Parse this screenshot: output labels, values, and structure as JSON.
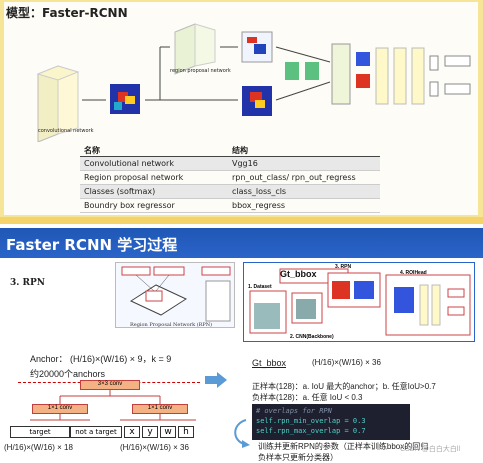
{
  "top": {
    "title": "模型：Faster-RCNN",
    "diagram": {
      "label_rpn": "region proposal network",
      "label_conv": "convolutional network"
    },
    "table": {
      "headers": [
        "名称",
        "结构"
      ],
      "rows": [
        [
          "Convolutional network",
          "Vgg16"
        ],
        [
          "Region proposal network",
          "rpn_out_class/ rpn_out_regress"
        ],
        [
          "Classes (softmax)",
          "class_loss_cls"
        ],
        [
          "Boundry box regressor",
          "bbox_regress"
        ]
      ]
    }
  },
  "bottom": {
    "banner_title": "Faster RCNN 学习过程",
    "section_label": "3. RPN",
    "rpn_caption": "Region Proposal Network (RPN)",
    "gt_box_title": "Gt_bbox",
    "steps": [
      "1. Dataset",
      "2. CNN(Backbone)",
      "3. RPN",
      "4. ROIHead"
    ],
    "anchor_line": "Anchor： (H/16)×(W/16) × 9，k = 9",
    "anchor_count": "约20000个anchors",
    "conv_main": "3×3 conv",
    "conv_left": "1×1 conv",
    "conv_right": "1×1 conv",
    "out_labels": [
      "target",
      "not a target"
    ],
    "coord_labels": [
      "x",
      "y",
      "w",
      "h"
    ],
    "dim_left": "(H/16)×(W/16) × 18",
    "dim_right": "(H/16)×(W/16) × 36",
    "gt_label": "Gt_bbox",
    "gt_dim": "(H/16)×(W/16) × 36",
    "positive": "正样本(128)：a. IoU 最大的anchor；b. 任意IoU>0.7",
    "negative": "负样本(128)：a. 任意 IoU < 0.3",
    "code_lines": [
      "# overlaps for RPN",
      "self.rpn_min_overlap = 0.3",
      "self.rpn_max_overlap = 0.7"
    ],
    "train_note_1": "训练并更新RPN的参数（正样本训练bbox的回归",
    "train_note_2": "负样本只更新分类器）",
    "watermark": "CSDN @白白大白ll"
  },
  "colors": {
    "banner": "#2a64c8",
    "frame": "#f6e596",
    "conv_box": "#f4b183",
    "code_bg": "#1e2030",
    "code_comment": "#7f8fa6",
    "code_text": "#4fd1c5"
  }
}
